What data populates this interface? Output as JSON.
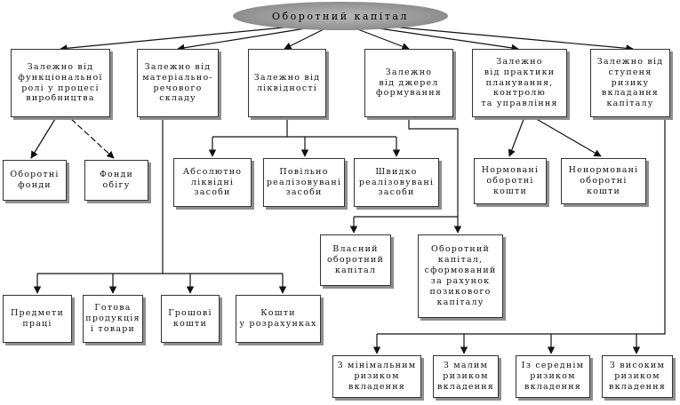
{
  "root": "Оборотний капітал",
  "categories": [
    "Залежно від\nфункціональної\nролі у процесі\nвиробництва",
    "Залежно від\nматеріально-\nречового\nскладу",
    "Залежно від\nліквідності",
    "Залежно\nвід джерел\nформування",
    "Залежно\nвід практики\nпланування,\nконтролю\nта управління",
    "Залежно від\nступеня\nризику\nвкладання\nкапіталу"
  ],
  "functional_role": [
    "Оборотні\nфонди",
    "Фонди\nобігу"
  ],
  "material_composition": [
    "Предмети\nпраці",
    "Готова\nпродукція\nі товари",
    "Грошові\nкошти",
    "Кошти\nу розрахунках"
  ],
  "liquidity": [
    "Абсолютно\nліквідні\nзасоби",
    "Повільно\nреалізовувані\nзасоби",
    "Швидко\nреалізовувані\nзасоби"
  ],
  "sources": [
    "Власний\nоборотний\nкапітал",
    "Оборотний\nкапітал,\nсформований\nза рахунок\nпозикового\nкапіталу"
  ],
  "planning": [
    "Нормовані\nоборотні\nкошти",
    "Ненормовані\nоборотні\nкошти"
  ],
  "risk": [
    "З мінімальним\nризиком\nвкладення",
    "З малим\nризиком\nвкладення",
    "Із середнім\nризиком\nвкладення",
    "З високим\nризиком\nвкладення"
  ]
}
